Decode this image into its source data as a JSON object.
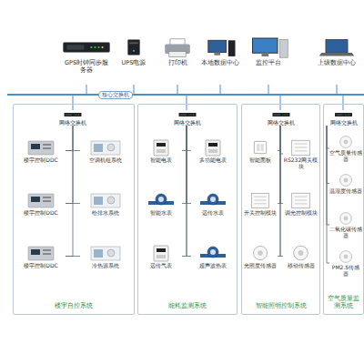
{
  "diagram": {
    "nodes": [
      {
        "text": [
          "GPS时钟同步服务器"
        ]
      },
      {
        "text": [
          "UPS电源"
        ]
      },
      {
        "text": [
          "打印机"
        ]
      },
      {
        "text": [
          "本地数据中心"
        ]
      },
      {
        "text": [
          "监控平台"
        ]
      },
      {
        "text": [
          "上级数据中心"
        ]
      },
      {
        "text": [
          "楼宇自控系统"
        ]
      },
      {
        "text": [
          "网络交换机"
        ],
        "in": 6
      },
      {
        "text": [
          "楼宇控制DDC"
        ],
        "in": 6
      },
      {
        "text": [
          "空调机组系统"
        ],
        "in": 6
      },
      {
        "text": [
          "楼宇控制DDC"
        ],
        "in": 6
      },
      {
        "text": [
          "给排水系统"
        ],
        "in": 6
      },
      {
        "text": [
          "楼宇控制DDC"
        ],
        "in": 6
      },
      {
        "text": [
          "冷热源系统"
        ],
        "in": 6
      },
      {
        "text": [
          "能耗监测系统"
        ]
      },
      {
        "text": [
          "网络交换机"
        ],
        "in": 14
      },
      {
        "text": [
          "智能电表"
        ],
        "in": 14
      },
      {
        "text": [
          "多功能电表"
        ],
        "in": 14
      },
      {
        "text": [
          "智能水表"
        ],
        "in": 14
      },
      {
        "text": [
          "远传水表"
        ],
        "in": 14
      },
      {
        "text": [
          "远传气表"
        ],
        "in": 14
      },
      {
        "text": [
          "超声波热表"
        ],
        "in": 14
      },
      {
        "text": [
          "智能照明控制系统"
        ]
      },
      {
        "text": [
          "网络交换机"
        ],
        "in": 22
      },
      {
        "text": [
          "智能面板"
        ],
        "in": 22
      },
      {
        "text": [
          "RS232网关模块"
        ],
        "in": 22
      },
      {
        "text": [
          "开关控制模块"
        ],
        "in": 22
      },
      {
        "text": [
          "调光控制模块"
        ],
        "in": 22
      },
      {
        "text": [
          "光照度传感器"
        ],
        "in": 22
      },
      {
        "text": [
          "移动传感器"
        ],
        "in": 22
      },
      {
        "text": [
          "空气质量监测系统"
        ]
      },
      {
        "text": [
          "网络交换机"
        ],
        "in": 30
      },
      {
        "text": [
          "空气质量传感器"
        ],
        "in": 30
      },
      {
        "text": [
          "温湿度传感器"
        ],
        "in": 30
      },
      {
        "text": [
          "二氧化碳传感器"
        ],
        "in": 30
      },
      {
        "text": [
          "PM2.5传感器"
        ],
        "in": 30
      }
    ],
    "edges": [
      {
        "from": 7,
        "to": 8,
        "arrow": "none"
      },
      {
        "from": 7,
        "to": 10,
        "arrow": "none"
      },
      {
        "from": 7,
        "to": 12,
        "arrow": "none"
      },
      {
        "from": 8,
        "to": 9,
        "arrow": "none"
      },
      {
        "from": 10,
        "to": 11,
        "arrow": "none"
      },
      {
        "from": 12,
        "to": 13,
        "arrow": "none"
      },
      {
        "from": 15,
        "to": 16,
        "arrow": "none"
      },
      {
        "from": 15,
        "to": 17,
        "arrow": "none"
      },
      {
        "from": 15,
        "to": 18,
        "arrow": "none"
      },
      {
        "from": 15,
        "to": 19,
        "arrow": "none"
      },
      {
        "from": 15,
        "to": 20,
        "arrow": "none"
      },
      {
        "from": 15,
        "to": 21,
        "arrow": "none"
      },
      {
        "from": 23,
        "to": 24,
        "arrow": "none"
      },
      {
        "from": 23,
        "to": 25,
        "arrow": "none"
      },
      {
        "from": 23,
        "to": 26,
        "arrow": "none"
      },
      {
        "from": 23,
        "to": 27,
        "arrow": "none"
      },
      {
        "from": 23,
        "to": 28,
        "arrow": "none"
      },
      {
        "from": 23,
        "to": 29,
        "arrow": "none"
      },
      {
        "from": 31,
        "to": 32,
        "arrow": "none"
      },
      {
        "from": 31,
        "to": 33,
        "arrow": "none"
      },
      {
        "from": 31,
        "to": 34,
        "arrow": "none"
      },
      {
        "from": 31,
        "to": 35,
        "arrow": "none"
      }
    ],
    "labels": [
      "核心交换机"
    ]
  }
}
